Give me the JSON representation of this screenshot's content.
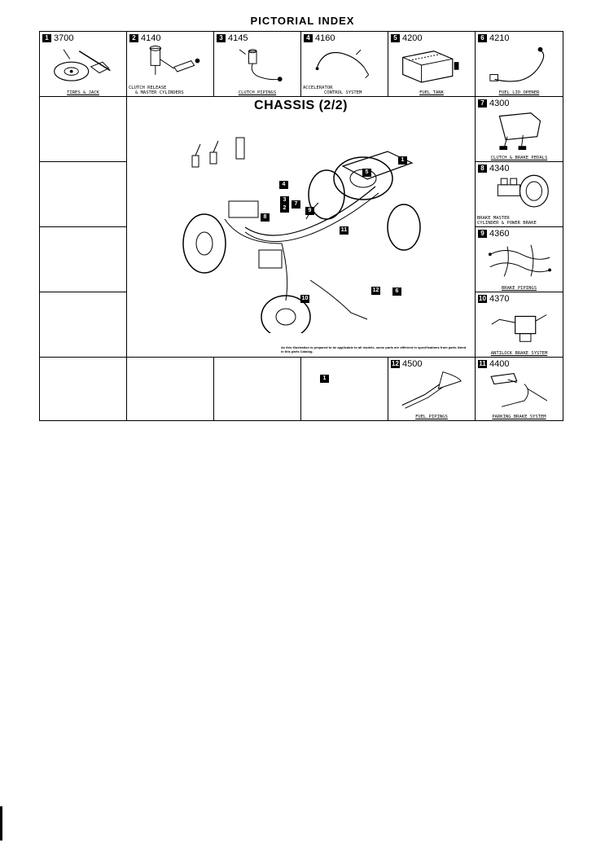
{
  "page": {
    "title": "PICTORIAL INDEX"
  },
  "main": {
    "title": "CHASSIS (2/2)",
    "note": "As this illustration is prepared to be applicable to all models, some parts are different in specifications from parts listed in this parts Catalog.",
    "callouts": [
      "1",
      "5",
      "4",
      "3",
      "2",
      "7",
      "9",
      "8",
      "11",
      "10",
      "12",
      "6",
      "1"
    ]
  },
  "cells": [
    {
      "num": "1",
      "code": "3700",
      "caption": "TIRES & JACK"
    },
    {
      "num": "2",
      "code": "4140",
      "caption_lines": [
        "CLUTCH RELEASE",
        "& MASTER CYLINDERS"
      ]
    },
    {
      "num": "3",
      "code": "4145",
      "caption": "CLUTCH PIPINGS"
    },
    {
      "num": "4",
      "code": "4160",
      "caption_lines": [
        "ACCELERATOR",
        "CONTROL SYSTEM"
      ]
    },
    {
      "num": "5",
      "code": "4200",
      "caption": "FUEL TANK"
    },
    {
      "num": "6",
      "code": "4210",
      "caption": "FUEL LID OPENER"
    },
    {
      "num": "7",
      "code": "4300",
      "caption": "CLUTCH & BRAKE PEDALS"
    },
    {
      "num": "8",
      "code": "4340",
      "caption_lines": [
        "BRAKE MASTER",
        "CYLINDER & POWER BRAKE"
      ]
    },
    {
      "num": "9",
      "code": "4360",
      "caption": "BRAKE PIPINGS"
    },
    {
      "num": "10",
      "code": "4370",
      "caption": "ANTILOCK BRAKE SYSTEM"
    },
    {
      "num": "12",
      "code": "4500",
      "caption": "FUEL PIPINGS"
    },
    {
      "num": "11",
      "code": "4400",
      "caption": "PARKING BRAKE SYSTEM"
    }
  ]
}
